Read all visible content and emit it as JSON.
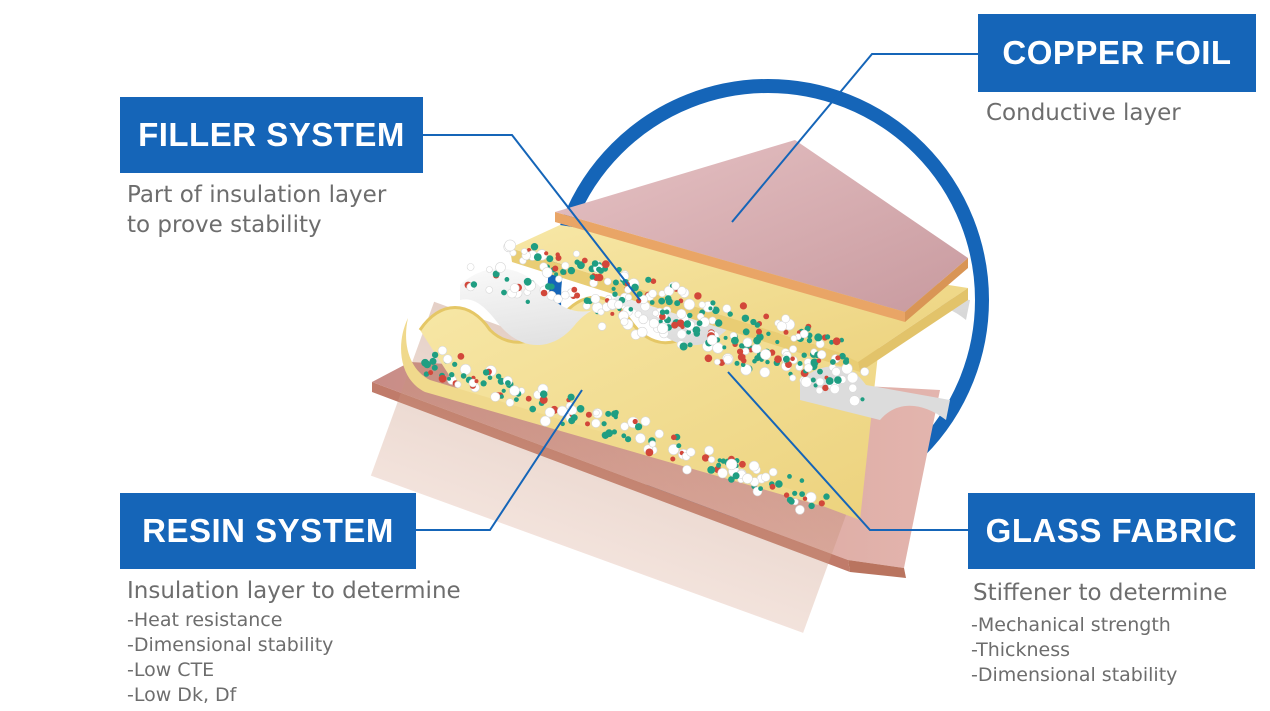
{
  "accent_color": "#1565b8",
  "labels": {
    "copper_foil": {
      "title": "COPPER FOIL",
      "description": [
        "Conductive layer"
      ],
      "bullets": []
    },
    "filler_system": {
      "title": "FILLER SYSTEM",
      "description": [
        "Part of insulation layer",
        "to prove stability"
      ],
      "bullets": []
    },
    "resin_system": {
      "title": "RESIN SYSTEM",
      "description": [
        "Insulation layer to determine"
      ],
      "bullets": [
        "-Heat resistance",
        "-Dimensional stability",
        "-Low CTE",
        "-Low Dk, Df"
      ]
    },
    "glass_fabric": {
      "title": "GLASS FABRIC",
      "description": [
        "Stiffener to determine"
      ],
      "bullets": [
        "-Mechanical strength",
        "-Thickness",
        "-Dimensional stability"
      ]
    }
  },
  "illustration": {
    "name": "laminate cross-section",
    "layers": [
      "copper foil (top)",
      "resin/filler layer",
      "glass fabric",
      "resin system",
      "copper foil (bottom)"
    ],
    "colors": {
      "copper": "#d9a9ad",
      "copper_edge": "#e8a86a",
      "resin": "#f3dc8e",
      "glass": "#e4e4e4",
      "filler_green": "#1f9e82",
      "filler_red": "#d2473a",
      "filler_white": "#ffffff"
    }
  }
}
